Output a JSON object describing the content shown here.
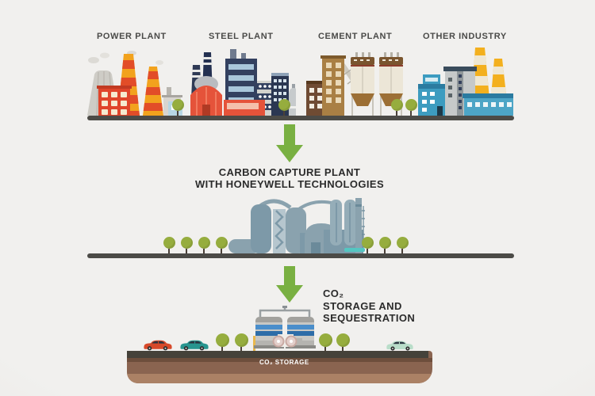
{
  "figure": {
    "sources": {
      "items": [
        {
          "label": "POWER PLANT"
        },
        {
          "label": "STEEL PLANT"
        },
        {
          "label": "CEMENT PLANT"
        },
        {
          "label": "OTHER INDUSTRY"
        }
      ]
    },
    "capture": {
      "title_line1": "CARBON CAPTURE PLANT",
      "title_line2": "WITH HONEYWELL TECHNOLOGIES"
    },
    "storage": {
      "title_line1": "CO₂",
      "title_line2": "STORAGE AND",
      "title_line3": "SEQUESTRATION",
      "underground_label": "CO₂ STORAGE"
    },
    "colors": {
      "arrow_green": "#79b042",
      "ground_gray": "#4c4b47",
      "heading_text": "#2b2b2b",
      "underground_brown": "#8a6450",
      "tree_green": "#96ad3e",
      "tank_blue_stripe": "#4a8ecb",
      "pipe_yellow": "#e9b84d"
    }
  }
}
